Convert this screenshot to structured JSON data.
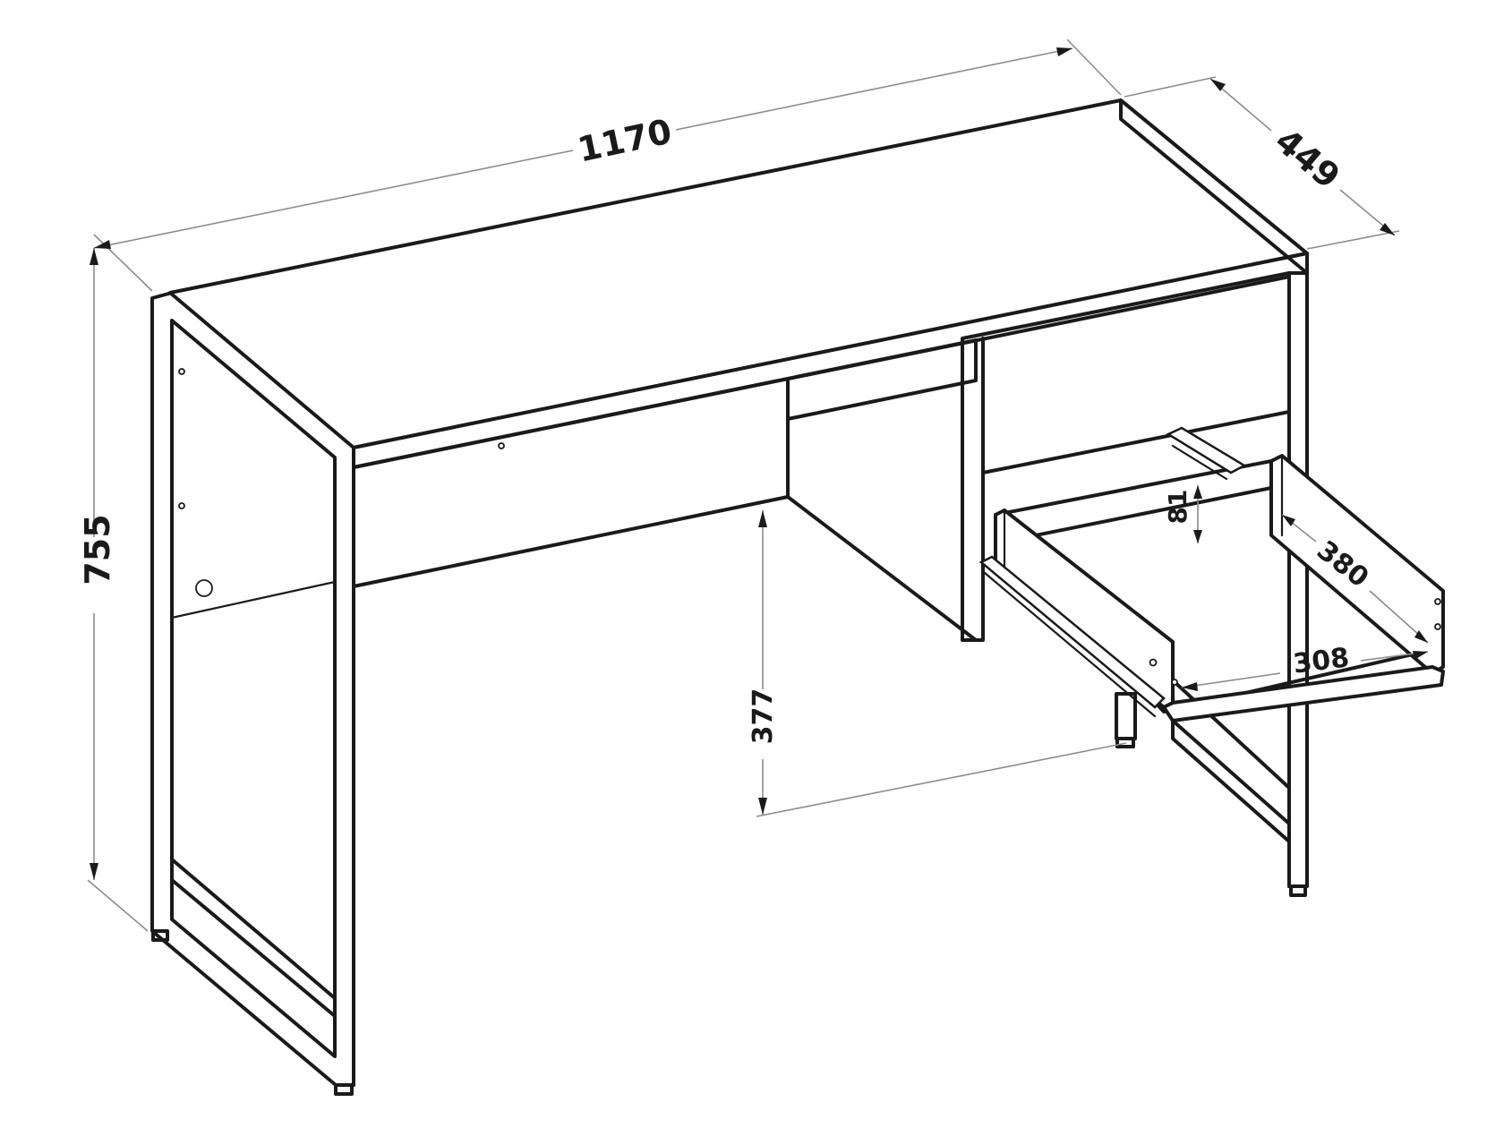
{
  "dimensions": {
    "width": "1170",
    "depth": "449",
    "height": "755",
    "knee_clearance": "377",
    "drawer_height": "81",
    "drawer_depth": "380",
    "drawer_width": "308"
  }
}
